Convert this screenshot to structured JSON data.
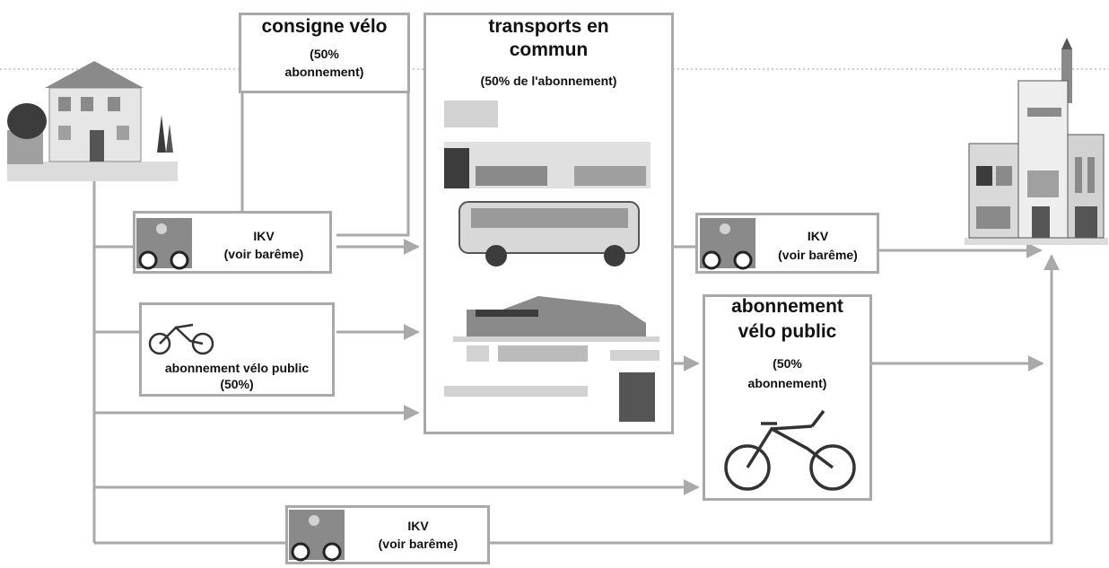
{
  "consigne": {
    "title": "consigne vélo",
    "sub1": "(50%",
    "sub2": "abonnement)"
  },
  "transports": {
    "title1": "transports en",
    "title2": "commun",
    "sub": "(50% de l'abonnement)"
  },
  "ikv_top": {
    "title": "IKV",
    "sub": "(voir barême)"
  },
  "ikv_right": {
    "title": "IKV",
    "sub": "(voir barême)"
  },
  "ikv_bottom": {
    "title": "IKV",
    "sub": "(voir barême)"
  },
  "velo_public_small": {
    "title": "abonnement vélo public",
    "sub": "(50%)"
  },
  "velo_public_big": {
    "title1": "abonnement",
    "title2": "vélo public",
    "sub1": "(50%",
    "sub2": "abonnement)"
  },
  "colors": {
    "line": "#a9a9a9",
    "box_border": "#a9a9a9",
    "art_dark": "#3c3c3c",
    "art_mid": "#8a8a8a",
    "art_light": "#d2d2d2"
  }
}
